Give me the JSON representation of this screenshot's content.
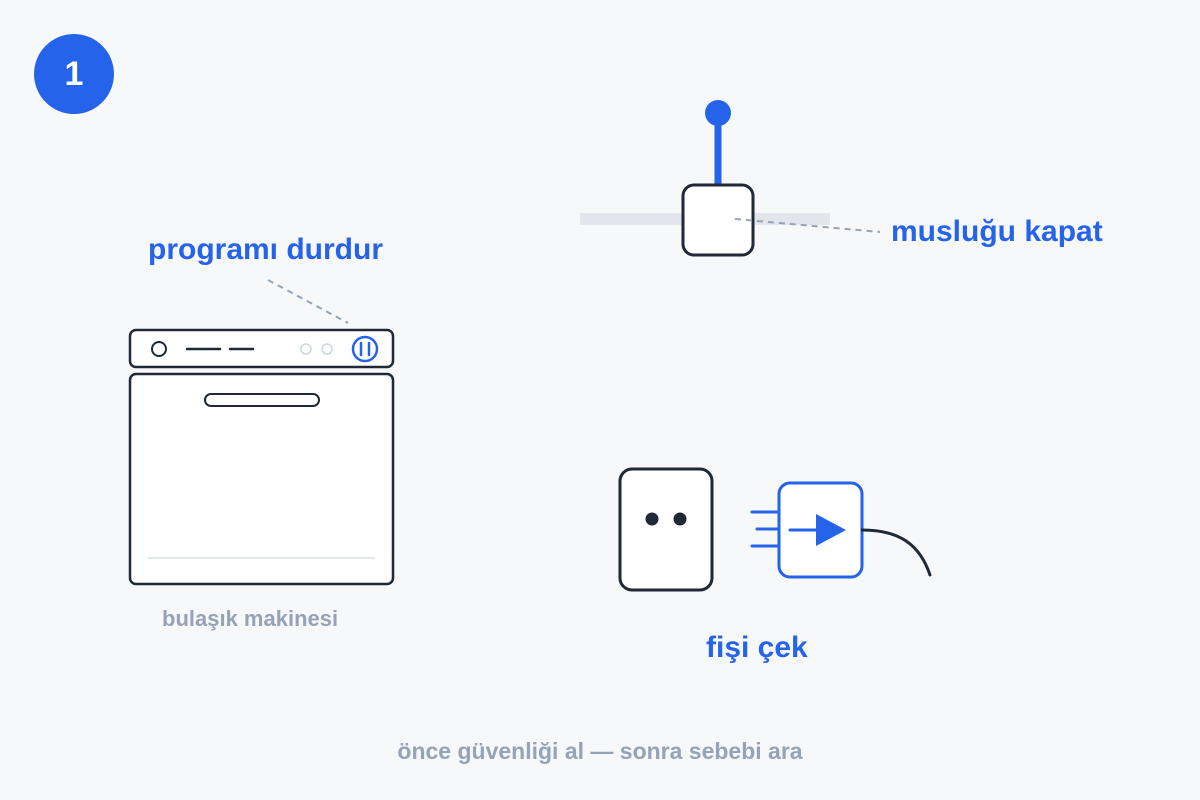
{
  "step": {
    "number": "1"
  },
  "labels": {
    "stop_program": "programı durdur",
    "close_tap": "musluğu kapat",
    "unplug": "fişi çek",
    "dishwasher": "bulaşık makinesi"
  },
  "footer": {
    "text": "önce güvenliği al — sonra sebebi ara"
  },
  "colors": {
    "accent": "#2563eb",
    "outline": "#1f2937",
    "muted": "#94a3b8",
    "background": "#f7f8fa"
  },
  "icons": {
    "pause": "pause-icon",
    "arrow": "arrow-right-icon"
  }
}
